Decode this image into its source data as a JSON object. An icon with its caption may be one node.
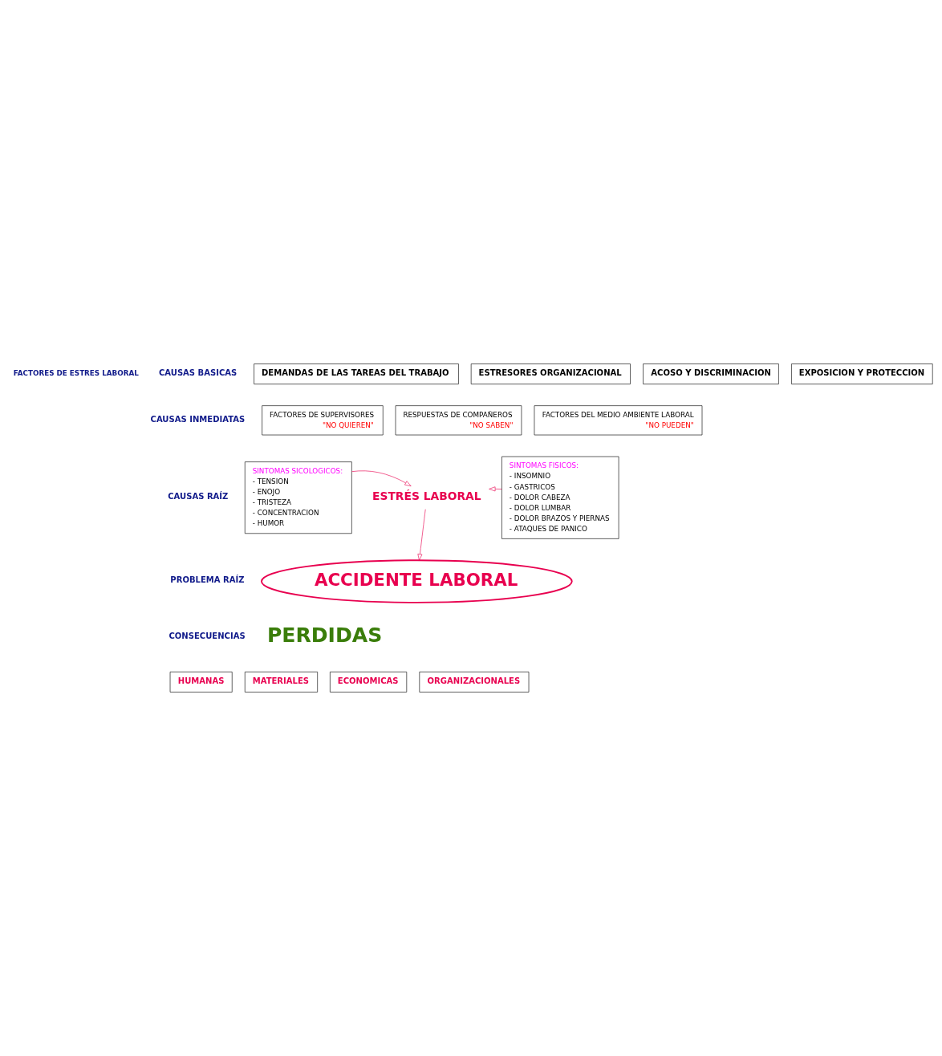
{
  "diagram": {
    "nodes": [
      {
        "text": [
          "DEMANDAS DE LAS TAREAS DEL TRABAJO"
        ]
      },
      {
        "text": [
          "ESTRESORES ORGANIZACIONAL"
        ]
      },
      {
        "text": [
          "ACOSO Y DISCRIMINACION"
        ]
      },
      {
        "text": [
          "EXPOSICION Y PROTECCION"
        ]
      },
      {
        "text": [
          "FACTORES DE SUPERVISORES",
          "\"NO QUIEREN\""
        ]
      },
      {
        "text": [
          "RESPUESTAS DE COMPAÑEROS",
          "\"NO SABEN\""
        ]
      },
      {
        "text": [
          "FACTORES DEL MEDIO AMBIENTE LABORAL",
          "\"NO PUEDEN\""
        ]
      },
      {
        "text": [
          "SINTOMAS SICOLOGICOS:",
          "- TENSION",
          "- ENOJO",
          "- TRISTEZA",
          "- CONCENTRACION",
          "- HUMOR"
        ]
      },
      {
        "text": [
          "ESTRÉS LABORAL"
        ]
      },
      {
        "text": [
          "SINTOMAS FISICOS:",
          "- INSOMNIO",
          "- GASTRICOS",
          "- DOLOR CABEZA",
          "- DOLOR LUMBAR",
          "- DOLOR BRAZOS Y PIERNAS",
          "- ATAQUES DE PANICO"
        ]
      },
      {
        "text": [
          "ACCIDENTE LABORAL"
        ]
      },
      {
        "text": [
          "HUMANAS"
        ]
      },
      {
        "text": [
          "MATERIALES"
        ]
      },
      {
        "text": [
          "ECONOMICAS"
        ]
      },
      {
        "text": [
          "ORGANIZACIONALES"
        ]
      }
    ],
    "edges": [
      {
        "from": 7,
        "to": 8,
        "arrow": "to"
      },
      {
        "from": 9,
        "to": 8,
        "arrow": "to"
      },
      {
        "from": 8,
        "to": 10,
        "arrow": "to"
      }
    ],
    "labels": [
      "FACTORES DE ESTRES LABORAL",
      "CAUSAS BASICAS",
      "CAUSAS INMEDIATAS",
      "CAUSAS RAÍZ",
      "PROBLEMA RAÍZ",
      "CONSECUENCIAS",
      "PERDIDAS"
    ]
  }
}
